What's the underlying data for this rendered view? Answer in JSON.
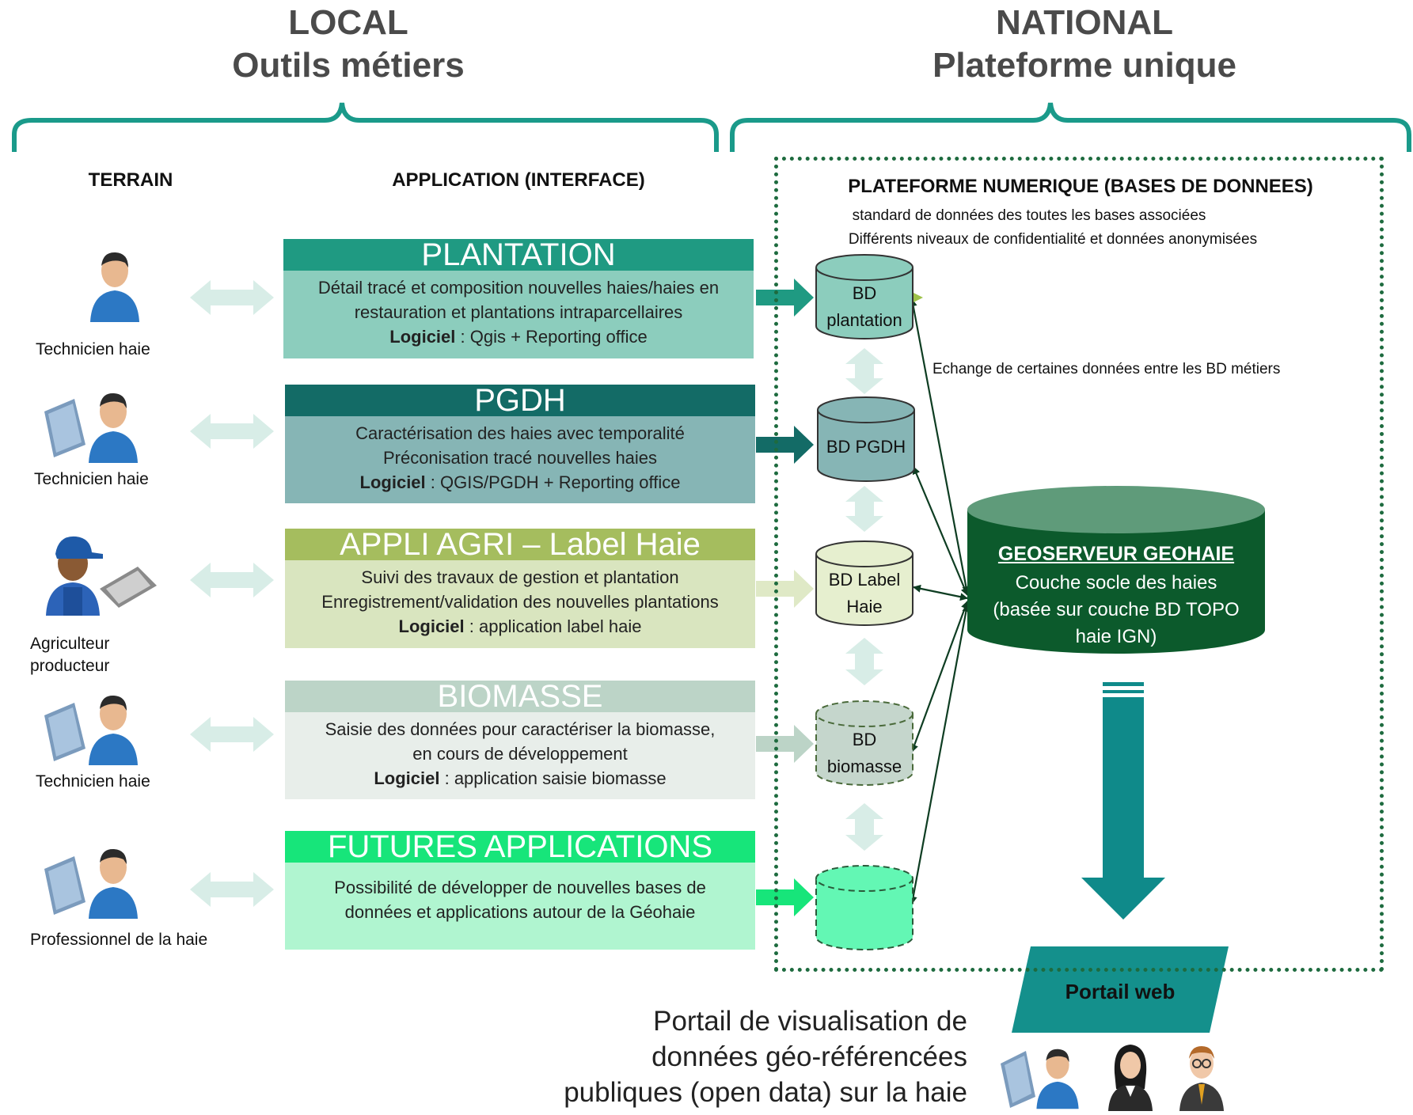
{
  "header": {
    "local_title": "LOCAL",
    "local_subtitle": "Outils métiers",
    "national_title": "NATIONAL",
    "national_subtitle": "Plateforme unique"
  },
  "columns": {
    "terrain": "TERRAIN",
    "application": "APPLICATION (INTERFACE)"
  },
  "actors": [
    {
      "label": "Technicien haie"
    },
    {
      "label": "Technicien haie"
    },
    {
      "label": "Agriculteur producteur"
    },
    {
      "label": "Technicien haie"
    },
    {
      "label": "Professionnel de la haie"
    }
  ],
  "applications": [
    {
      "title": "PLANTATION",
      "line1": "Détail tracé et composition nouvelles haies/haies en",
      "line2": "restauration et plantations intraparcellaires",
      "software_label": "Logiciel",
      "software_value": " : Qgis + Reporting office",
      "title_color": "#1f9a82",
      "body_color": "#8ccdbd"
    },
    {
      "title": "PGDH",
      "line1": "Caractérisation des haies avec temporalité",
      "line2": "Préconisation tracé nouvelles haies",
      "software_label": "Logiciel",
      "software_value": " : QGIS/PGDH + Reporting office",
      "title_color": "#136b66",
      "body_color": "#86b5b5"
    },
    {
      "title": "APPLI AGRI – Label Haie",
      "line1": "Suivi des travaux de gestion et plantation",
      "line2": "Enregistrement/validation des nouvelles plantations",
      "software_label": "Logiciel",
      "software_value": " : application label haie",
      "title_color": "#a5bd5e",
      "body_color": "#d9e5bf"
    },
    {
      "title": "BIOMASSE",
      "line1": "Saisie des données pour caractériser la biomasse,",
      "line2": "en cours de développement",
      "software_label": "Logiciel",
      "software_value": " : application saisie biomasse",
      "title_color": "#bcd4c7",
      "body_color": "#e8eeea"
    },
    {
      "title": "FUTURES APPLICATIONS",
      "line1": "Possibilité de développer de nouvelles bases de",
      "line2": "données et applications autour de la Géohaie",
      "software_label": "",
      "software_value": "",
      "title_color": "#17e57a",
      "body_color": "#b0f5d0"
    }
  ],
  "platform": {
    "title": "PLATEFORME NUMERIQUE (BASES DE DONNEES)",
    "subtitle1": "standard de données des toutes les bases associées",
    "subtitle2": "Différents niveaux de confidentialité et données anonymisées",
    "exchange_note": "Echange de certaines données entre les BD métiers"
  },
  "databases": [
    {
      "line1": "BD",
      "line2": "plantation",
      "fill": "#8ccdbd",
      "dashed": false
    },
    {
      "line1": "BD PGDH",
      "line2": "",
      "fill": "#86b5b5",
      "dashed": false
    },
    {
      "line1": "BD Label",
      "line2": "Haie",
      "fill": "#e6efcf",
      "dashed": false
    },
    {
      "line1": "BD",
      "line2": "biomasse",
      "fill": "#c5d6cc",
      "dashed": true
    },
    {
      "line1": "",
      "line2": "",
      "fill": "#63f7b4",
      "dashed": true
    }
  ],
  "geoserveur": {
    "title": "GEOSERVEUR GEOHAIE",
    "line1": "Couche socle des haies",
    "line2": "(basée sur couche BD TOPO",
    "line3": "haie IGN)"
  },
  "portal": {
    "label": "Portail web",
    "desc1": "Portail de visualisation de",
    "desc2": "données géo-référencées",
    "desc3": "publiques (open data) sur la haie"
  },
  "colors": {
    "brace": "#1a9a8a",
    "platform_border": "#1e6b3f",
    "geoserveur": "#0c5a2c",
    "geoserveur_top": "#5f9b7a",
    "portal_arrow": "#0f8a8a",
    "portal_label_bg": "#14908c",
    "person_shirt": "#2c78c4",
    "db_link": "#0e3d22"
  },
  "icons": [
    "technician-icon",
    "tablet-icon",
    "farmer-icon",
    "woman-icon",
    "man-glasses-icon"
  ]
}
